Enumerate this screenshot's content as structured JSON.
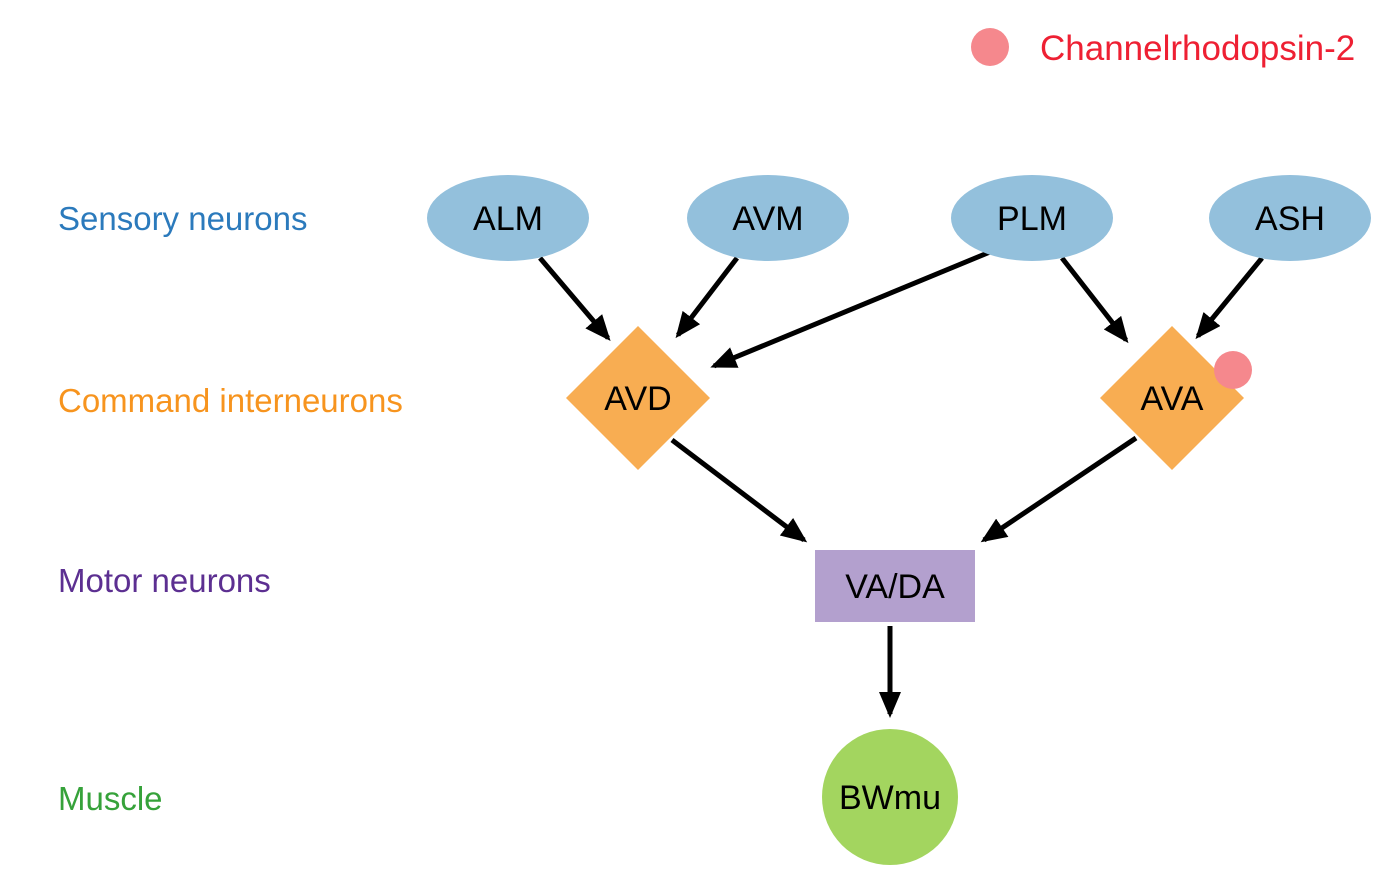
{
  "legend": {
    "label": "Channelrhodopsin-2",
    "marker_color": "#f5888d",
    "text_color": "#ee2033"
  },
  "rows": {
    "sensory": {
      "label": "Sensory neurons",
      "color": "#2b7abc"
    },
    "command": {
      "label": "Command interneurons",
      "color": "#f7941e"
    },
    "motor": {
      "label": "Motor neurons",
      "color": "#5c2f91"
    },
    "muscle": {
      "label": "Muscle",
      "color": "#36a23a"
    }
  },
  "nodes": {
    "alm": "ALM",
    "avm": "AVM",
    "plm": "PLM",
    "ash": "ASH",
    "avd": "AVD",
    "ava": "AVA",
    "vada": "VA/DA",
    "bwmu": "BWmu"
  },
  "colors": {
    "sensory_fill": "#93c0dc",
    "command_fill": "#f8ad52",
    "motor_fill": "#b3a0ce",
    "muscle_fill": "#a3d55f",
    "chr2_fill": "#f5888d",
    "arrow": "#000000"
  },
  "edges": [
    {
      "from": "ALM",
      "to": "AVD"
    },
    {
      "from": "AVM",
      "to": "AVD"
    },
    {
      "from": "PLM",
      "to": "AVD"
    },
    {
      "from": "PLM",
      "to": "AVA"
    },
    {
      "from": "ASH",
      "to": "AVA"
    },
    {
      "from": "AVD",
      "to": "VA/DA"
    },
    {
      "from": "AVA",
      "to": "VA/DA"
    },
    {
      "from": "VA/DA",
      "to": "BWmu"
    }
  ]
}
